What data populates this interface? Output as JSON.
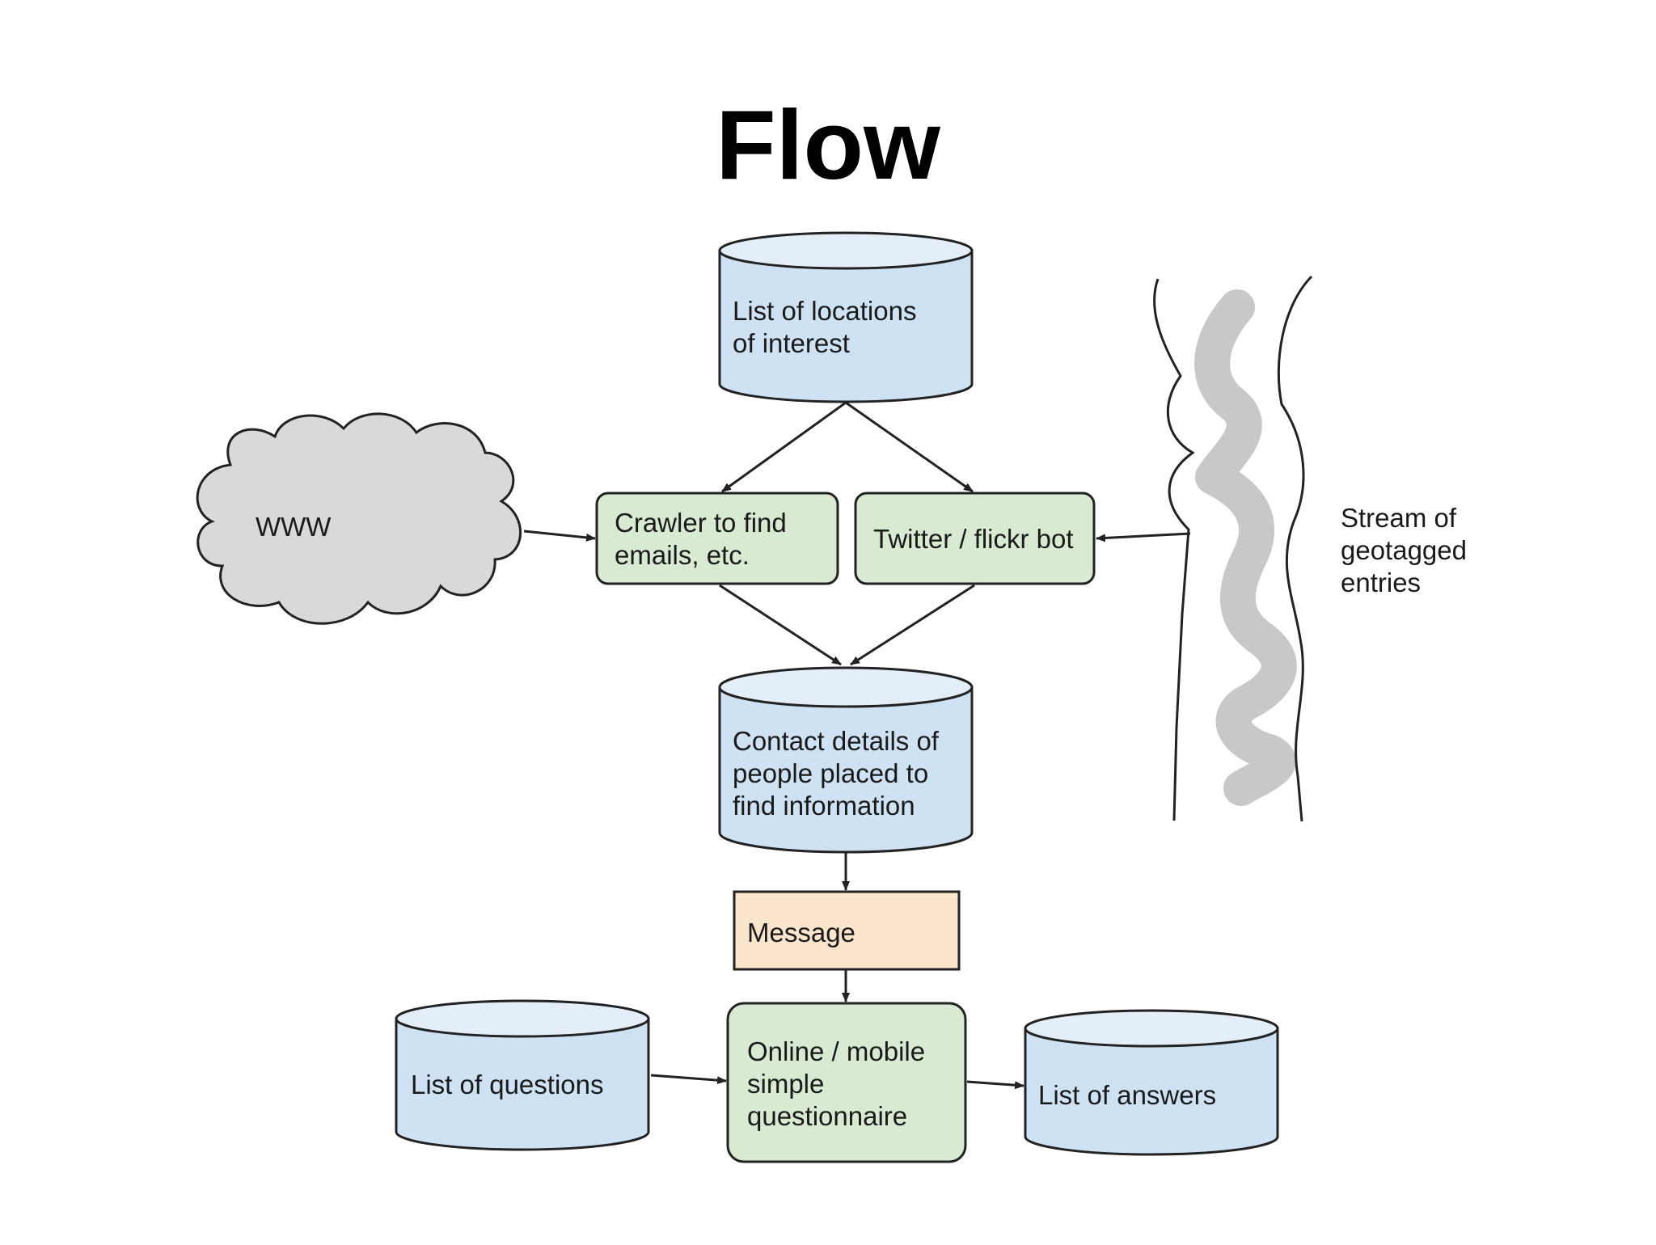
{
  "title": "Flow",
  "colors": {
    "database_fill": "#cfe2f3",
    "database_top_fill": "#e3eef8",
    "process_fill": "#d9ead3",
    "message_fill": "#fce5cd",
    "cloud_fill": "#d9d9d9",
    "stream_squiggle": "#c8c8c8",
    "stroke": "#222222"
  },
  "nodes": {
    "locations": {
      "lines": [
        "List of locations",
        "of interest"
      ]
    },
    "www": {
      "lines": [
        "WWW"
      ]
    },
    "crawler": {
      "lines": [
        "Crawler to find",
        "emails, etc."
      ]
    },
    "twitter_bot": {
      "lines": [
        "Twitter / flickr bot"
      ]
    },
    "stream": {
      "lines": [
        "Stream of",
        "geotagged",
        "entries"
      ]
    },
    "contacts": {
      "lines": [
        "Contact details of",
        "people placed to",
        "find information"
      ]
    },
    "message": {
      "lines": [
        "Message"
      ]
    },
    "questions": {
      "lines": [
        "List of questions"
      ]
    },
    "questionnaire": {
      "lines": [
        "Online / mobile",
        "simple",
        "questionnaire"
      ]
    },
    "answers": {
      "lines": [
        "List of answers"
      ]
    }
  }
}
